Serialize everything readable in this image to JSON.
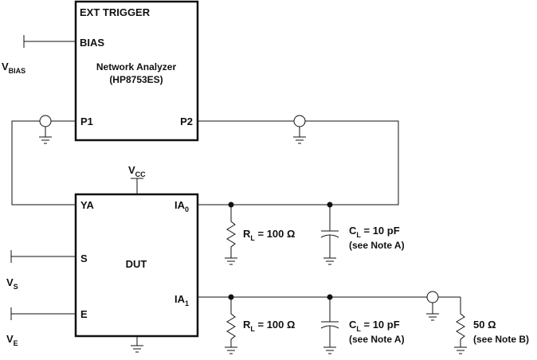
{
  "analyzer": {
    "ext_trigger": "EXT TRIGGER",
    "bias": "BIAS",
    "name": "Network Analyzer",
    "model": "(HP8753ES)",
    "port1": "P1",
    "port2": "P2"
  },
  "dut": {
    "name": "DUT",
    "pin_ya": "YA",
    "pin_s": "S",
    "pin_e": "E",
    "pin_ia0_main": "IA",
    "pin_ia0_sub": "0",
    "pin_ia1_main": "IA",
    "pin_ia1_sub": "1"
  },
  "supplies": {
    "vbias_main": "V",
    "vbias_sub": "BIAS",
    "vcc_main": "V",
    "vcc_sub": "CC",
    "vs_main": "V",
    "vs_sub": "S",
    "ve_main": "V",
    "ve_sub": "E"
  },
  "loads": {
    "rl_top_main": "R",
    "rl_top_sub": "L",
    "rl_top_value": " = 100 Ω",
    "cl_top_main": "C",
    "cl_top_sub": "L",
    "cl_top_value": " = 10 pF",
    "cl_top_note": "(see Note A)",
    "rl_bot_main": "R",
    "rl_bot_sub": "L",
    "rl_bot_value": " = 100 Ω",
    "cl_bot_main": "C",
    "cl_bot_sub": "L",
    "cl_bot_value": " = 10 pF",
    "cl_bot_note": "(see Note A)",
    "term_value": "50 Ω",
    "term_note": "(see Note B)"
  }
}
